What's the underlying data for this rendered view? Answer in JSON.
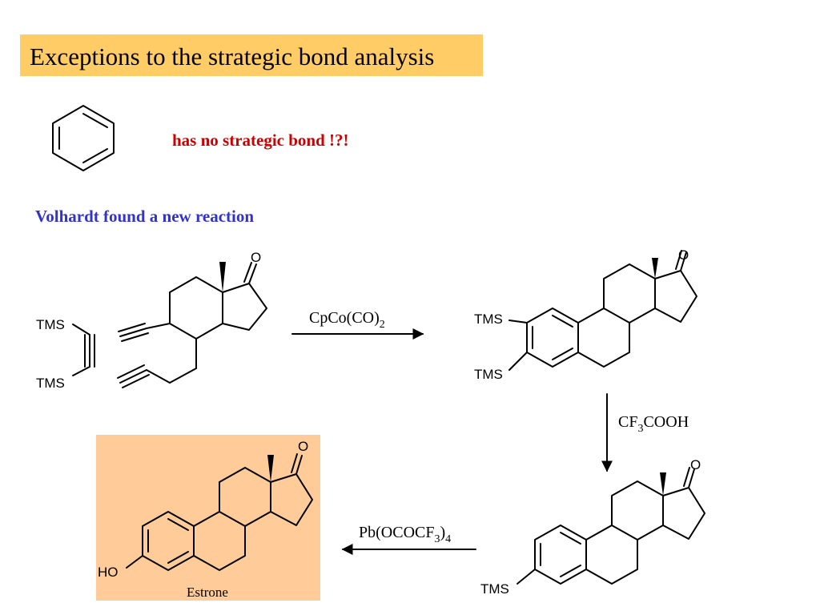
{
  "slide": {
    "title": "Exceptions to the strategic bond analysis",
    "benzene_note": "has no strategic bond !?!",
    "volhardt_note": "Volhardt found a new reaction"
  },
  "colors": {
    "title_background": "#FFCC66",
    "estrone_background": "#FFCC99",
    "benzene_note": "#CC0000",
    "volhardt_note": "#3333CC"
  },
  "steps": [
    {
      "reagent_main": "CpCo(CO)",
      "reagent_sub": "2",
      "reagent_tail": ""
    },
    {
      "reagent_main": "CF",
      "reagent_sub": "3",
      "reagent_tail": "COOH"
    },
    {
      "reagent_main": "Pb(OCOCF",
      "reagent_sub": "3",
      "reagent_tail": ")",
      "reagent_sub2": "4"
    }
  ],
  "atoms": {
    "oxygen": "O",
    "tms": "TMS",
    "hydroxyl": "HO"
  },
  "product_name": "Estrone"
}
